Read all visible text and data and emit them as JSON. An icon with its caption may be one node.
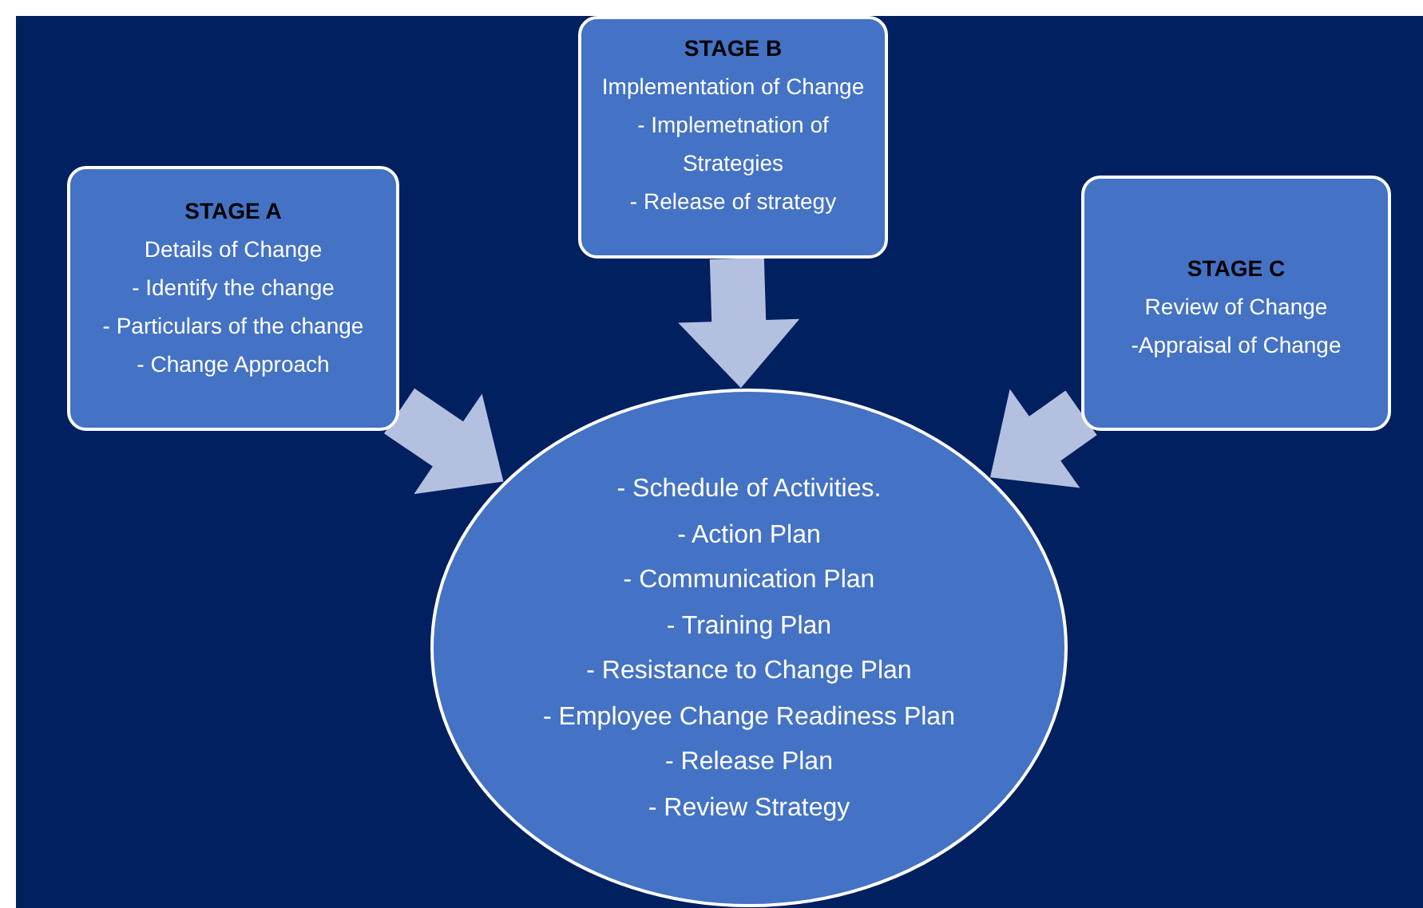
{
  "diagram": {
    "nodes": [
      {
        "text": [
          "STAGE A",
          "Details of Change",
          "- Identify the change",
          "- Particulars of the change",
          "- Change Approach"
        ]
      },
      {
        "text": [
          "STAGE B",
          "Implementation of Change",
          "- Implemetnation of Strategies",
          "- Release of strategy"
        ]
      },
      {
        "text": [
          "STAGE C",
          "Review of Change",
          "-Appraisal of Change"
        ]
      },
      {
        "text": [
          "- Schedule of Activities.",
          "- Action Plan",
          "- Communication Plan",
          "- Training Plan",
          "- Resistance to Change Plan",
          "- Employee Change Readiness Plan",
          "- Release Plan",
          "- Review Strategy"
        ]
      }
    ],
    "edges": [
      {
        "from": 0,
        "to": 3,
        "arrow": "to",
        "style": "thick"
      },
      {
        "from": 1,
        "to": 3,
        "arrow": "to",
        "style": "thick"
      },
      {
        "from": 2,
        "to": 3,
        "arrow": "to",
        "style": "thick"
      }
    ]
  }
}
